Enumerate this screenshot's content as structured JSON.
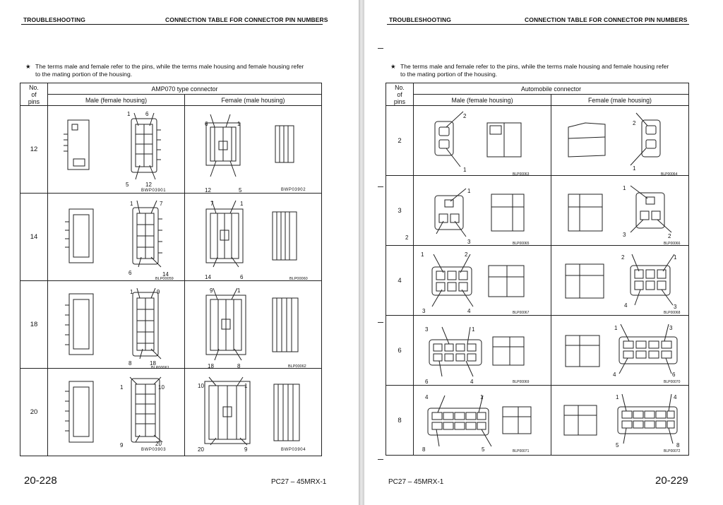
{
  "left": {
    "header_left": "TROUBLESHOOTING",
    "header_right": "CONNECTION TABLE FOR CONNECTOR PIN NUMBERS",
    "note_line1": "The terms male and female refer to the pins, while the terms male housing and female housing refer",
    "note_line2": "to the mating portion of the housing.",
    "star": "★",
    "col_no": [
      "No.",
      "of",
      "pins"
    ],
    "connector_type": "AMP070 type connector",
    "male_heading": "Male (female housing)",
    "female_heading": "Female (male housing)",
    "rows": [
      {
        "pins": "12",
        "male_tl": "1",
        "male_tr": "6",
        "male_bl": "5",
        "male_br": "12",
        "male_code": "BWP03901",
        "fem_tl": "6",
        "fem_tr": "1",
        "fem_bl": "12",
        "fem_br": "5",
        "fem_code": "BWP03902"
      },
      {
        "pins": "14",
        "male_tl": "1",
        "male_tr": "7",
        "male_bl": "6",
        "male_br": "14",
        "male_code": "BLP00059",
        "fem_tl": "7",
        "fem_tr": "1",
        "fem_bl": "14",
        "fem_br": "6",
        "fem_code": "BLP00060"
      },
      {
        "pins": "18",
        "male_tl": "1",
        "male_tr": "9",
        "male_bl": "8",
        "male_br": "18",
        "male_code": "BLP00061",
        "fem_tl": "9",
        "fem_tr": "1",
        "fem_bl": "18",
        "fem_br": "8",
        "fem_code": "BLP00062"
      },
      {
        "pins": "20",
        "male_tl": "1",
        "male_tr": "10",
        "male_bl": "9",
        "male_br": "20",
        "male_code": "BWP03903",
        "fem_tl": "10",
        "fem_tr": "1",
        "fem_bl": "20",
        "fem_br": "9",
        "fem_code": "BWP03904"
      }
    ],
    "page_number": "20-228",
    "model": "PC27 – 45MRX-1"
  },
  "right": {
    "header_left": "TROUBLESHOOTING",
    "header_right": "CONNECTION TABLE FOR CONNECTOR PIN NUMBERS",
    "note_line1": "The terms male and female refer to the pins, while the terms male housing and female housing refer",
    "note_line2": "to the mating portion of the housing.",
    "star": "★",
    "col_no": [
      "No.",
      "of",
      "pins"
    ],
    "connector_type": "Automobile connector",
    "male_heading": "Male (female housing)",
    "female_heading": "Female (male housing)",
    "rows": [
      {
        "pins": "2",
        "male_a": "2",
        "male_b": "1",
        "male_code": "BLP00063",
        "fem_a": "2",
        "fem_b": "1",
        "fem_code": "BLP00064"
      },
      {
        "pins": "3",
        "male_a": "1",
        "male_b": "2",
        "male_c": "3",
        "male_code": "BLP00065",
        "fem_a": "1",
        "fem_b": "3",
        "fem_c": "2",
        "fem_code": "BLP00066"
      },
      {
        "pins": "4",
        "male_a": "1",
        "male_b": "2",
        "male_c": "3",
        "male_d": "4",
        "male_code": "BLP00067",
        "fem_a": "2",
        "fem_b": "1",
        "fem_c": "4",
        "fem_d": "3",
        "fem_code": "BLP00068"
      },
      {
        "pins": "6",
        "male_a": "3",
        "male_b": "1",
        "male_c": "6",
        "male_d": "4",
        "male_code": "BLP00069",
        "fem_a": "1",
        "fem_b": "3",
        "fem_c": "4",
        "fem_d": "6",
        "fem_code": "BLP00070"
      },
      {
        "pins": "8",
        "male_a": "4",
        "male_b": "1",
        "male_c": "8",
        "male_d": "5",
        "male_code": "BLP00071",
        "fem_a": "1",
        "fem_b": "4",
        "fem_c": "5",
        "fem_d": "8",
        "fem_code": "BLP00072"
      }
    ],
    "page_number": "20-229",
    "model": "PC27 – 45MRX-1"
  }
}
